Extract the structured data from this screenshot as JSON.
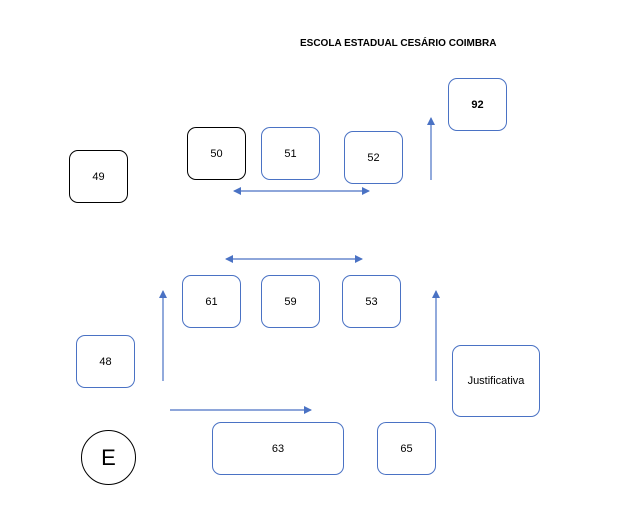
{
  "title": "ESCOLA ESTADUAL CESÁRIO COIMBRA",
  "boxes": {
    "b49": "49",
    "b50": "50",
    "b51": "51",
    "b52": "52",
    "b92": "92",
    "b61": "61",
    "b59": "59",
    "b53": "53",
    "b48": "48",
    "bjust": "Justificativa",
    "b63": "63",
    "b65": "65"
  },
  "entrance": "E",
  "colors": {
    "box_border": "#4a72c4",
    "arrow": "#4a72c4",
    "dark_border": "#000000"
  }
}
